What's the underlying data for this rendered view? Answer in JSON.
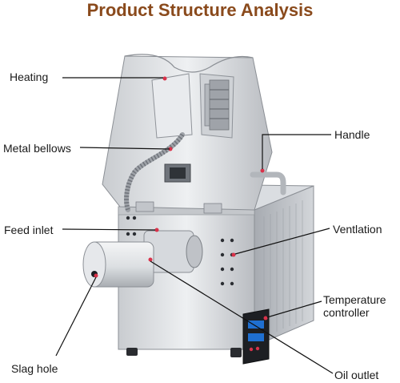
{
  "title": "Product Structure Analysis",
  "labels": {
    "heating": "Heating",
    "metal_bellows": "Metal bellows",
    "feed_inlet": "Feed inlet",
    "slag_hole": "Slag hole",
    "handle": "Handle",
    "ventilation": "Ventlation",
    "temperature_controller": "Temperature\ncontroller",
    "oil_outlet": "Oil outlet"
  },
  "colors": {
    "title": "#8a4a1c",
    "marker": "#d9324a",
    "display": "#1f6fd0",
    "leader": "#111111"
  }
}
